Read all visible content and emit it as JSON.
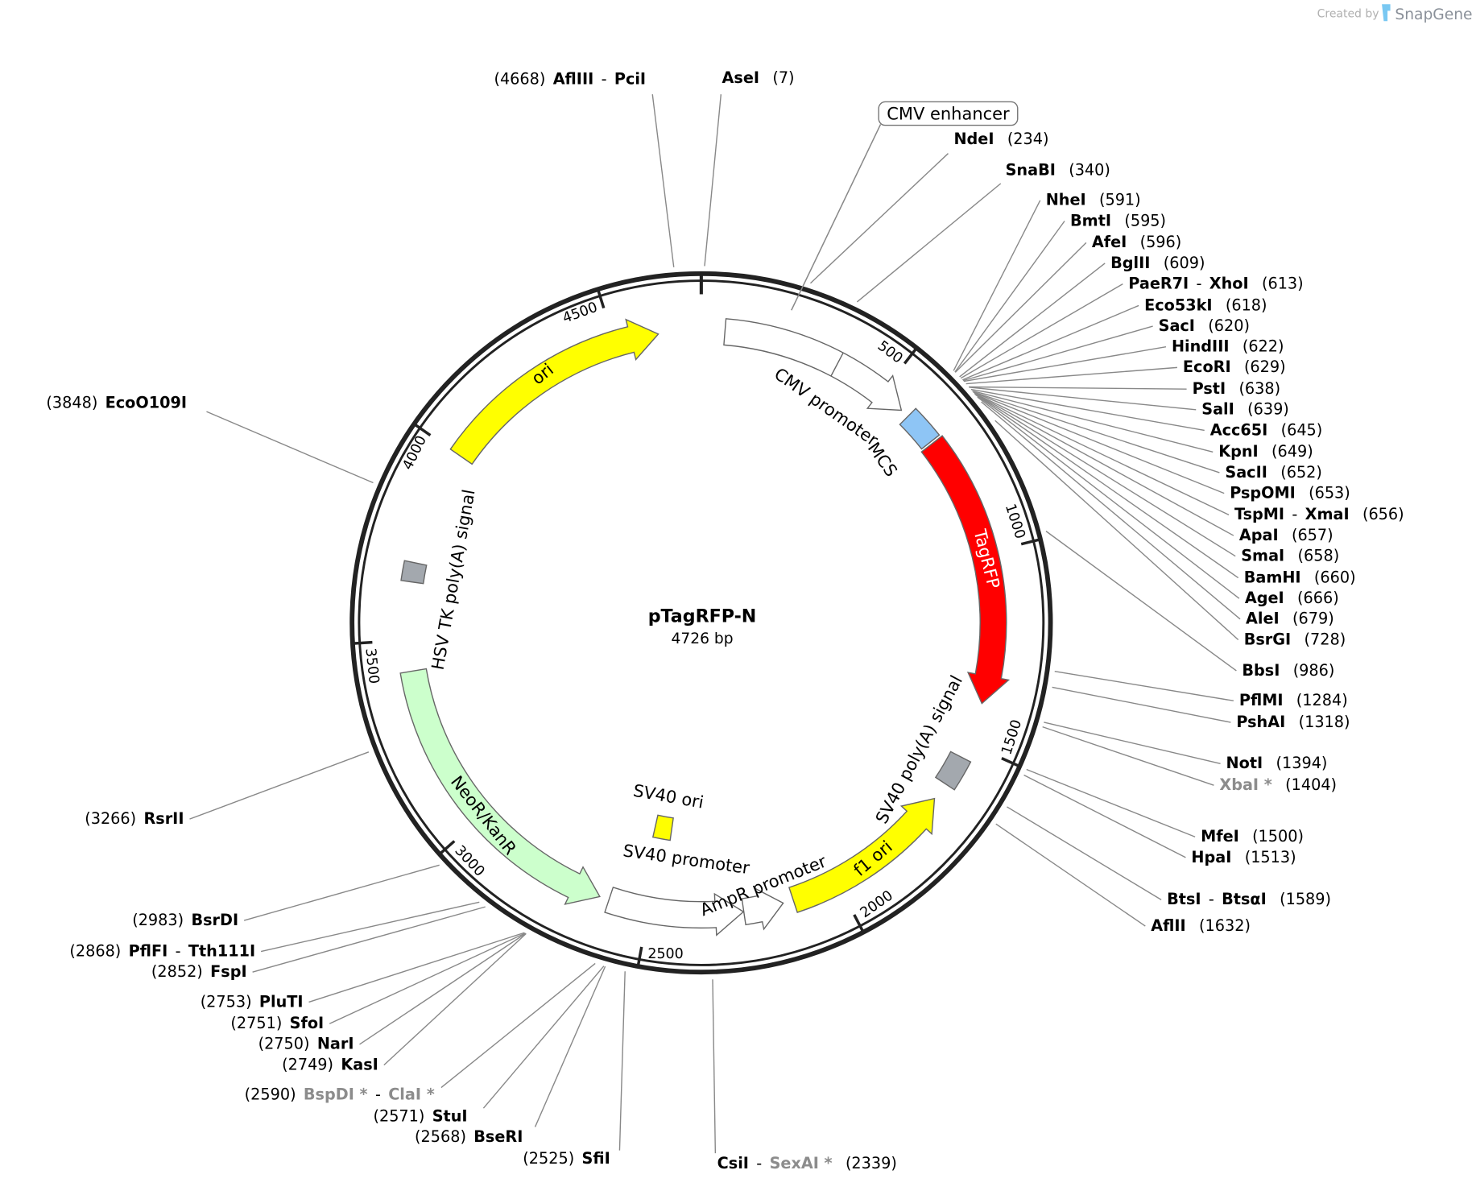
{
  "plasmid": {
    "name": "pTagRFP-N",
    "length_label": "4726 bp",
    "length_bp": 4726
  },
  "branding": {
    "created_by": "Created by",
    "brand": "SnapGene"
  },
  "ticks": [
    "500",
    "1000",
    "1500",
    "2000",
    "2500",
    "3000",
    "3500",
    "4000",
    "4500"
  ],
  "feature_callout": {
    "label": "CMV enhancer"
  },
  "features": [
    {
      "label": "CMV promoter",
      "start": 61,
      "end": 568,
      "divider": 364,
      "dir": 1,
      "color": "#ffffff"
    },
    {
      "label": "MCS",
      "start": 591,
      "end": 679,
      "dir": 0,
      "color": "#8ec5f5"
    },
    {
      "label": "TagRFP",
      "start": 685,
      "end": 1392,
      "dir": 1,
      "color": "#ff0000"
    },
    {
      "label": "SV40 poly(A) signal",
      "start": 1540,
      "end": 1620,
      "dir": 0,
      "color": "#a3a8ae"
    },
    {
      "label": "f1 ori",
      "start": 1667,
      "end": 2122,
      "dir": -1,
      "color": "#ffff00"
    },
    {
      "label": "AmpR promoter",
      "start": 2149,
      "end": 2253,
      "dir": -1,
      "color": "#ffffff"
    },
    {
      "label": "SV40 promoter",
      "start": 2254,
      "end": 2605,
      "dir": -1,
      "color": "#ffffff"
    },
    {
      "label": "SV40 ori",
      "start": 2470,
      "end": 2530,
      "dir": 0,
      "color": "#ffff00",
      "inner": true
    },
    {
      "label": "NeoR/KanR",
      "start": 2630,
      "end": 3420,
      "dir": -1,
      "color": "#ccffcc"
    },
    {
      "label": "HSV TK poly(A) signal",
      "start": 3650,
      "end": 3700,
      "dir": 0,
      "color": "#a3a8ae"
    },
    {
      "label": "ori",
      "start": 4000,
      "end": 4615,
      "dir": 1,
      "color": "#ffff00"
    }
  ],
  "enzymes": [
    {
      "bp": 4668,
      "names": [
        {
          "n": "AflIII"
        },
        {
          "n": "PciI"
        }
      ]
    },
    {
      "bp": 7,
      "names": [
        {
          "n": "AseI"
        }
      ]
    },
    {
      "bp": 234,
      "names": [
        {
          "n": "NdeI"
        }
      ]
    },
    {
      "bp": 340,
      "names": [
        {
          "n": "SnaBI"
        }
      ]
    },
    {
      "bp": 591,
      "names": [
        {
          "n": "NheI"
        }
      ]
    },
    {
      "bp": 595,
      "names": [
        {
          "n": "BmtI"
        }
      ]
    },
    {
      "bp": 596,
      "names": [
        {
          "n": "AfeI"
        }
      ]
    },
    {
      "bp": 609,
      "names": [
        {
          "n": "BglII"
        }
      ]
    },
    {
      "bp": 613,
      "names": [
        {
          "n": "PaeR7I"
        },
        {
          "n": "XhoI"
        }
      ]
    },
    {
      "bp": 618,
      "names": [
        {
          "n": "Eco53kI"
        }
      ]
    },
    {
      "bp": 620,
      "names": [
        {
          "n": "SacI"
        }
      ]
    },
    {
      "bp": 622,
      "names": [
        {
          "n": "HindIII"
        }
      ]
    },
    {
      "bp": 629,
      "names": [
        {
          "n": "EcoRI"
        }
      ]
    },
    {
      "bp": 638,
      "names": [
        {
          "n": "PstI"
        }
      ]
    },
    {
      "bp": 639,
      "names": [
        {
          "n": "SalI"
        }
      ]
    },
    {
      "bp": 645,
      "names": [
        {
          "n": "Acc65I"
        }
      ]
    },
    {
      "bp": 649,
      "names": [
        {
          "n": "KpnI"
        }
      ]
    },
    {
      "bp": 652,
      "names": [
        {
          "n": "SacII"
        }
      ]
    },
    {
      "bp": 653,
      "names": [
        {
          "n": "PspOMI"
        }
      ]
    },
    {
      "bp": 656,
      "names": [
        {
          "n": "TspMI"
        },
        {
          "n": "XmaI"
        }
      ]
    },
    {
      "bp": 657,
      "names": [
        {
          "n": "ApaI"
        }
      ]
    },
    {
      "bp": 658,
      "names": [
        {
          "n": "SmaI"
        }
      ]
    },
    {
      "bp": 660,
      "names": [
        {
          "n": "BamHI"
        }
      ]
    },
    {
      "bp": 666,
      "names": [
        {
          "n": "AgeI"
        }
      ]
    },
    {
      "bp": 679,
      "names": [
        {
          "n": "AleI"
        }
      ]
    },
    {
      "bp": 728,
      "names": [
        {
          "n": "BsrGI"
        }
      ]
    },
    {
      "bp": 986,
      "names": [
        {
          "n": "BbsI"
        }
      ]
    },
    {
      "bp": 1284,
      "names": [
        {
          "n": "PflMI"
        }
      ]
    },
    {
      "bp": 1318,
      "names": [
        {
          "n": "PshAI"
        }
      ]
    },
    {
      "bp": 1394,
      "names": [
        {
          "n": "NotI"
        }
      ]
    },
    {
      "bp": 1404,
      "names": [
        {
          "n": "XbaI *",
          "blocked": true
        }
      ]
    },
    {
      "bp": 1500,
      "names": [
        {
          "n": "MfeI"
        }
      ]
    },
    {
      "bp": 1513,
      "names": [
        {
          "n": "HpaI"
        }
      ]
    },
    {
      "bp": 1589,
      "names": [
        {
          "n": "BtsI"
        },
        {
          "n": "BtsαI"
        }
      ]
    },
    {
      "bp": 1632,
      "names": [
        {
          "n": "AflII"
        }
      ]
    },
    {
      "bp": 2339,
      "names": [
        {
          "n": "CsiI"
        },
        {
          "n": "SexAI *",
          "blocked": true
        }
      ]
    },
    {
      "bp": 2525,
      "names": [
        {
          "n": "SfiI"
        }
      ]
    },
    {
      "bp": 2568,
      "names": [
        {
          "n": "BseRI"
        }
      ]
    },
    {
      "bp": 2571,
      "names": [
        {
          "n": "StuI"
        }
      ]
    },
    {
      "bp": 2590,
      "names": [
        {
          "n": "BspDI *",
          "blocked": true
        },
        {
          "n": "ClaI *",
          "blocked": true
        }
      ]
    },
    {
      "bp": 2749,
      "names": [
        {
          "n": "KasI"
        }
      ]
    },
    {
      "bp": 2750,
      "names": [
        {
          "n": "NarI"
        }
      ]
    },
    {
      "bp": 2751,
      "names": [
        {
          "n": "SfoI"
        }
      ]
    },
    {
      "bp": 2753,
      "names": [
        {
          "n": "PluTI"
        }
      ]
    },
    {
      "bp": 2852,
      "names": [
        {
          "n": "FspI"
        }
      ]
    },
    {
      "bp": 2868,
      "names": [
        {
          "n": "PflFI"
        },
        {
          "n": "Tth111I"
        }
      ]
    },
    {
      "bp": 2983,
      "names": [
        {
          "n": "BsrDI"
        }
      ]
    },
    {
      "bp": 3266,
      "names": [
        {
          "n": "RsrII"
        }
      ]
    },
    {
      "bp": 3848,
      "names": [
        {
          "n": "EcoO109I"
        }
      ]
    }
  ]
}
